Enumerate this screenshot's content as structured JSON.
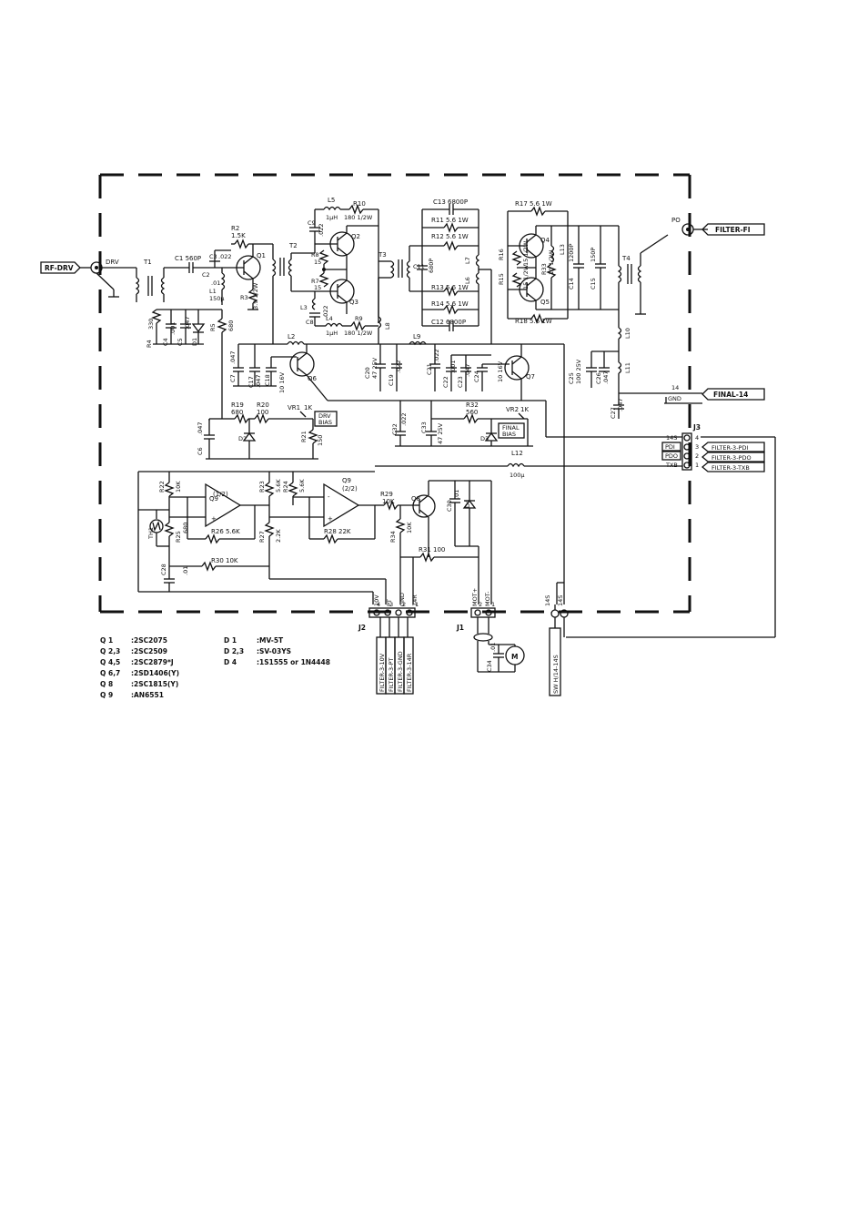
{
  "ports": {
    "rf_drv": "RF-DRV",
    "drv": "DRV",
    "filter_fi": "FILTER-FI",
    "po": "PO",
    "final_14": "FINAL-14",
    "gnd": "GND",
    "n14": "14",
    "filter_3_pdi": "FILTER-3-PDI",
    "filter_3_pdo": "FILTER-3-PDO",
    "filter_3_txb": "FILTER-3-TXB"
  },
  "connectors": {
    "j1": "J1",
    "j2": "J2",
    "j3": "J3",
    "j3_pins": [
      {
        "pin": "4",
        "name": "14S"
      },
      {
        "pin": "3",
        "name": "PDI"
      },
      {
        "pin": "2",
        "name": "PDO"
      },
      {
        "pin": "1",
        "name": "TXB"
      }
    ],
    "j2_pins": [
      {
        "pin": "4",
        "name": "10V"
      },
      {
        "pin": "3",
        "name": "PT"
      },
      {
        "pin": "2",
        "name": "GND"
      },
      {
        "pin": "1",
        "name": "14R"
      }
    ],
    "j1_pins": [
      {
        "pin": "2",
        "name": "MOT+"
      },
      {
        "pin": "1",
        "name": "MOT-"
      }
    ],
    "j2_cables": [
      "FILTER-3-10V",
      "FILTER-3-PT",
      "FILTER-3-GND",
      "FILTER-3-14R"
    ],
    "sw_label": "14S",
    "sw_cable": "SW H/14-14S"
  },
  "components": {
    "t1": "T1",
    "c1": "C1 560P",
    "c2": "C2",
    "c2v": ".01",
    "c3": "C3",
    "c3v": ".022",
    "r2": "R2",
    "r2v": "1.5K",
    "q1": "Q1",
    "r3": "R3",
    "r3v": "3.9 1/2W",
    "l1": "L1",
    "l1v": "150μ",
    "t2": "T2",
    "l5": "L5",
    "r10": "R10",
    "r10v": "180 1/2W",
    "l5v": "1μH",
    "c9": "C9",
    "c9v": ".022",
    "q2": "Q2",
    "q3": "Q3",
    "r8": "R8",
    "r8v": "15",
    "r7": "R7",
    "r7v": "15",
    "l3": "L3",
    "c8": "C8",
    "c8v": ".022",
    "l4": "L4",
    "l4v": "1μH",
    "r9": "R9",
    "r9v": "180 1/2W",
    "l8": "L8",
    "t3": "T3",
    "c13": "C13 6800P",
    "r11": "R11 5.6 1W",
    "r12": "R12 5.6 1W",
    "c11": "C11",
    "c11v": "680P",
    "l7": "L7",
    "l6": "L6",
    "r13": "R13 5.6 1W",
    "r14": "R14 5.6 1W",
    "c12": "C12 6800P",
    "r17": "R17 5.6 1W",
    "q4": "Q4",
    "q5": "Q5",
    "r16": "R16",
    "r16v": "15 1/2W",
    "r15": "R15",
    "r15v": "15 1/2W",
    "r33": "R33",
    "r33v": "10 1/2W",
    "l13": "L13",
    "c14": "C14",
    "c14v": "1200P",
    "c15": "C15",
    "c15v": "150P",
    "r18": "R18 5.6 1W",
    "t4": "T4",
    "l10": "L10",
    "l11": "L11",
    "c25": "C25",
    "c25v": "100 25V",
    "c26": "C26",
    "c26v": ".047",
    "c27": "C27",
    "c27v": ".047",
    "r4": "R4",
    "r4v": "330",
    "c4": "C4",
    "c4v": ".001",
    "c5": "C5",
    "c5v": ".047",
    "d1": "D1",
    "r5": "R5",
    "r5v": "680",
    "l2": "L2",
    "c7": "C7",
    "c7v": ".047",
    "c17": "C17",
    "c17v": ".047",
    "c18": "C18",
    "c18v": "10 16V",
    "q6": "Q6",
    "l9": "L9",
    "c20": "C20",
    "c20v": "47 25V",
    "c19": "C19",
    "c19v": ".022",
    "c21": "C21",
    "c21v": ".022",
    "c22": "C22",
    "c22v": ".001",
    "c23": "C23",
    "c23v": ".047",
    "c24": "C24",
    "c24v": "10 16V",
    "q7": "Q7",
    "r19": "R19",
    "r19v": "680",
    "r20": "R20",
    "r20v": "100",
    "vr1": "VR1",
    "vr1v": "1K",
    "drv_bias": "DRV",
    "drv_bias2": "BIAS",
    "c6": "C6",
    "c6v": ".047",
    "d2": "D2",
    "r21": "R21",
    "r21v": "150",
    "c32": "C32",
    "c32v": ".022",
    "c33": "C33",
    "c33v": "47 25V",
    "r32": "R32",
    "r32v": "560",
    "vr2": "VR2",
    "vr2v": "1K",
    "d3": "D3",
    "final_bias": "FINAL",
    "final_bias2": "BIAS",
    "l12": "L12",
    "l12v": "100μ",
    "r22": "R22",
    "r22v": "10K",
    "q9a": "Q9",
    "q9a2": "(1/2)",
    "r23": "R23",
    "r23v": "5.6K",
    "r24": "R24",
    "r24v": "5.6K",
    "q9b": "Q9",
    "q9b2": "(2/2)",
    "r29": "R29",
    "r29v": "10K",
    "q8": "Q8",
    "c30": "C30",
    "c30v": ".01",
    "d4": "D4",
    "th1": "TH1",
    "r25": "R25",
    "r25v": "680",
    "r26": "R26 5.6K",
    "r27": "R27",
    "r27v": "2.2K",
    "r28": "R28 22K",
    "r34": "R34",
    "r34v": "10K",
    "r30": "R30 10K",
    "r31": "R31 100",
    "c28": "C28",
    "c28v": ".01",
    "c34": "C34",
    "c34v": ".01",
    "motor": "M"
  },
  "legend": {
    "left": [
      {
        "ref": "Q 1",
        "part": ":2SC2075"
      },
      {
        "ref": "Q 2,3",
        "part": ":2SC2509"
      },
      {
        "ref": "Q 4,5",
        "part": ":2SC2879*J"
      },
      {
        "ref": "Q 6,7",
        "part": ":2SD1406(Y)"
      },
      {
        "ref": "Q 8",
        "part": ":2SC1815(Y)"
      },
      {
        "ref": "Q 9",
        "part": ":AN6551"
      }
    ],
    "right": [
      {
        "ref": "D 1",
        "part": ":MV-5T"
      },
      {
        "ref": "D 2,3",
        "part": ":SV-03YS"
      },
      {
        "ref": "D 4",
        "part": ":1S1555 or 1N4448"
      }
    ]
  }
}
